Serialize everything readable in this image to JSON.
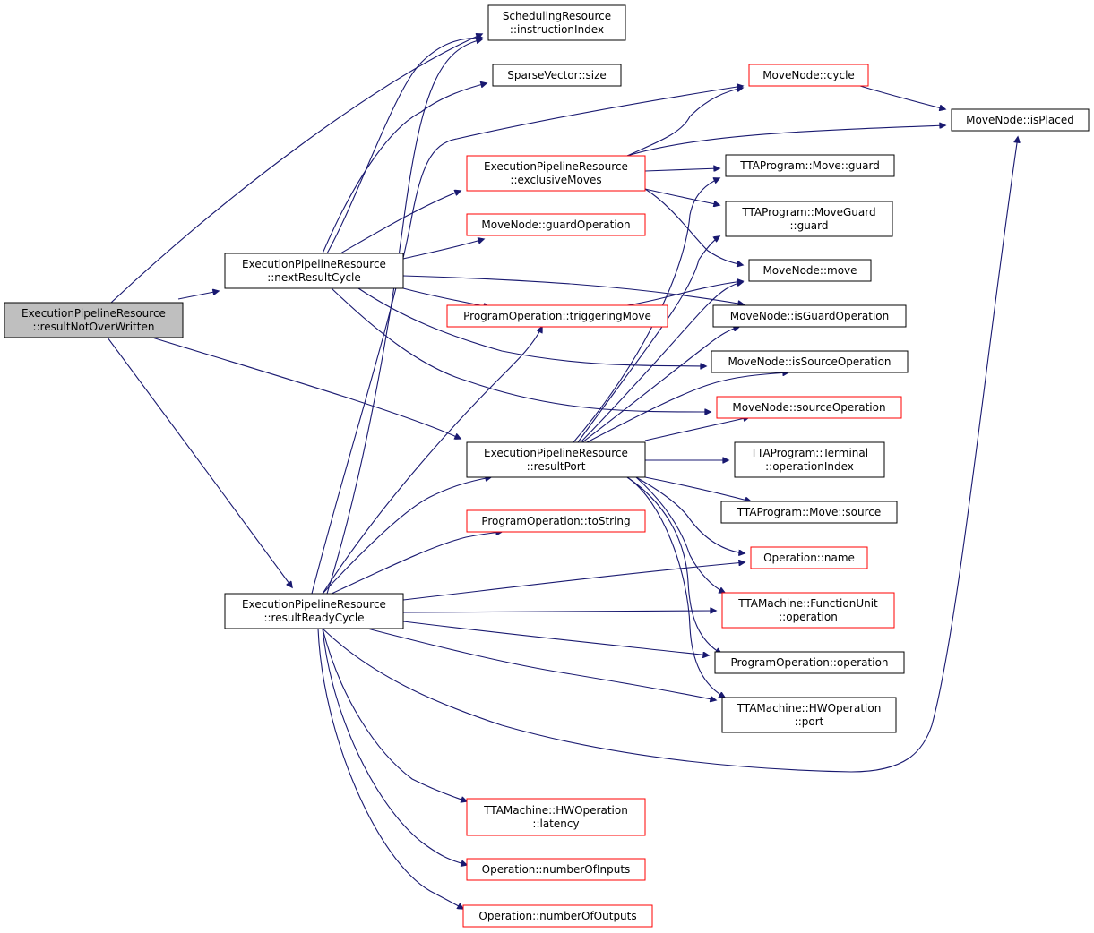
{
  "graph": {
    "colors": {
      "edge": "#191970",
      "node_border": "#000000",
      "truncated_border": "#ff0000",
      "root_fill": "#bfbfbf",
      "background": "#ffffff"
    },
    "nodes": [
      {
        "id": "root",
        "lines": [
          "ExecutionPipelineResource",
          "::resultNotOverWritten"
        ],
        "style": "root"
      },
      {
        "id": "nextResultCycle",
        "lines": [
          "ExecutionPipelineResource",
          "::nextResultCycle"
        ],
        "style": "normal"
      },
      {
        "id": "resultReadyCycle",
        "lines": [
          "ExecutionPipelineResource",
          "::resultReadyCycle"
        ],
        "style": "normal"
      },
      {
        "id": "resultPort",
        "lines": [
          "ExecutionPipelineResource",
          "::resultPort"
        ],
        "style": "normal"
      },
      {
        "id": "exclusiveMoves",
        "lines": [
          "ExecutionPipelineResource",
          "::exclusiveMoves"
        ],
        "style": "red"
      },
      {
        "id": "instructionIndex",
        "lines": [
          "SchedulingResource",
          "::instructionIndex"
        ],
        "style": "normal"
      },
      {
        "id": "svSize",
        "lines": [
          "SparseVector::size"
        ],
        "style": "normal"
      },
      {
        "id": "mnCycle",
        "lines": [
          "MoveNode::cycle"
        ],
        "style": "red"
      },
      {
        "id": "mnIsPlaced",
        "lines": [
          "MoveNode::isPlaced"
        ],
        "style": "normal"
      },
      {
        "id": "tpMoveGuard",
        "lines": [
          "TTAProgram::Move::guard"
        ],
        "style": "normal"
      },
      {
        "id": "tpMoveGuardGuard",
        "lines": [
          "TTAProgram::MoveGuard",
          "::guard"
        ],
        "style": "normal"
      },
      {
        "id": "mnGuardOperation",
        "lines": [
          "MoveNode::guardOperation"
        ],
        "style": "red"
      },
      {
        "id": "mnMove",
        "lines": [
          "MoveNode::move"
        ],
        "style": "normal"
      },
      {
        "id": "poTriggeringMove",
        "lines": [
          "ProgramOperation::triggeringMove"
        ],
        "style": "red"
      },
      {
        "id": "mnIsGuardOperation",
        "lines": [
          "MoveNode::isGuardOperation"
        ],
        "style": "normal"
      },
      {
        "id": "mnIsSourceOperation",
        "lines": [
          "MoveNode::isSourceOperation"
        ],
        "style": "normal"
      },
      {
        "id": "mnSourceOperation",
        "lines": [
          "MoveNode::sourceOperation"
        ],
        "style": "red"
      },
      {
        "id": "tpTerminalOpIndex",
        "lines": [
          "TTAProgram::Terminal",
          "::operationIndex"
        ],
        "style": "normal"
      },
      {
        "id": "tpMoveSource",
        "lines": [
          "TTAProgram::Move::source"
        ],
        "style": "normal"
      },
      {
        "id": "poToString",
        "lines": [
          "ProgramOperation::toString"
        ],
        "style": "red"
      },
      {
        "id": "opName",
        "lines": [
          "Operation::name"
        ],
        "style": "red"
      },
      {
        "id": "fuOperation",
        "lines": [
          "TTAMachine::FunctionUnit",
          "::operation"
        ],
        "style": "red"
      },
      {
        "id": "poOperation",
        "lines": [
          "ProgramOperation::operation"
        ],
        "style": "normal"
      },
      {
        "id": "hwPort",
        "lines": [
          "TTAMachine::HWOperation",
          "::port"
        ],
        "style": "normal"
      },
      {
        "id": "hwLatency",
        "lines": [
          "TTAMachine::HWOperation",
          "::latency"
        ],
        "style": "red"
      },
      {
        "id": "opNumInputs",
        "lines": [
          "Operation::numberOfInputs"
        ],
        "style": "red"
      },
      {
        "id": "opNumOutputs",
        "lines": [
          "Operation::numberOfOutputs"
        ],
        "style": "red"
      }
    ],
    "edges": [
      {
        "from": "root",
        "to": "nextResultCycle"
      },
      {
        "from": "root",
        "to": "resultReadyCycle"
      },
      {
        "from": "root",
        "to": "resultPort"
      },
      {
        "from": "root",
        "to": "instructionIndex"
      },
      {
        "from": "nextResultCycle",
        "to": "instructionIndex"
      },
      {
        "from": "nextResultCycle",
        "to": "svSize"
      },
      {
        "from": "nextResultCycle",
        "to": "exclusiveMoves"
      },
      {
        "from": "nextResultCycle",
        "to": "mnGuardOperation"
      },
      {
        "from": "nextResultCycle",
        "to": "poTriggeringMove"
      },
      {
        "from": "nextResultCycle",
        "to": "mnIsGuardOperation"
      },
      {
        "from": "nextResultCycle",
        "to": "mnIsSourceOperation"
      },
      {
        "from": "nextResultCycle",
        "to": "mnSourceOperation"
      },
      {
        "from": "exclusiveMoves",
        "to": "mnCycle"
      },
      {
        "from": "exclusiveMoves",
        "to": "mnIsPlaced"
      },
      {
        "from": "exclusiveMoves",
        "to": "tpMoveGuard"
      },
      {
        "from": "exclusiveMoves",
        "to": "tpMoveGuardGuard"
      },
      {
        "from": "exclusiveMoves",
        "to": "mnMove"
      },
      {
        "from": "mnCycle",
        "to": "mnIsPlaced"
      },
      {
        "from": "poTriggeringMove",
        "to": "mnMove"
      },
      {
        "from": "resultPort",
        "to": "tpMoveGuard"
      },
      {
        "from": "resultPort",
        "to": "tpMoveGuardGuard"
      },
      {
        "from": "resultPort",
        "to": "mnMove"
      },
      {
        "from": "resultPort",
        "to": "mnIsGuardOperation"
      },
      {
        "from": "resultPort",
        "to": "mnIsSourceOperation"
      },
      {
        "from": "resultPort",
        "to": "mnSourceOperation"
      },
      {
        "from": "resultPort",
        "to": "tpTerminalOpIndex"
      },
      {
        "from": "resultPort",
        "to": "tpMoveSource"
      },
      {
        "from": "resultPort",
        "to": "opName"
      },
      {
        "from": "resultPort",
        "to": "fuOperation"
      },
      {
        "from": "resultPort",
        "to": "poOperation"
      },
      {
        "from": "resultPort",
        "to": "hwPort"
      },
      {
        "from": "resultReadyCycle",
        "to": "instructionIndex"
      },
      {
        "from": "resultReadyCycle",
        "to": "mnCycle"
      },
      {
        "from": "resultReadyCycle",
        "to": "poTriggeringMove"
      },
      {
        "from": "resultReadyCycle",
        "to": "resultPort"
      },
      {
        "from": "resultReadyCycle",
        "to": "poToString"
      },
      {
        "from": "resultReadyCycle",
        "to": "opName"
      },
      {
        "from": "resultReadyCycle",
        "to": "fuOperation"
      },
      {
        "from": "resultReadyCycle",
        "to": "poOperation"
      },
      {
        "from": "resultReadyCycle",
        "to": "hwPort"
      },
      {
        "from": "resultReadyCycle",
        "to": "mnIsPlaced"
      },
      {
        "from": "resultReadyCycle",
        "to": "hwLatency"
      },
      {
        "from": "resultReadyCycle",
        "to": "opNumInputs"
      },
      {
        "from": "resultReadyCycle",
        "to": "opNumOutputs"
      }
    ]
  }
}
